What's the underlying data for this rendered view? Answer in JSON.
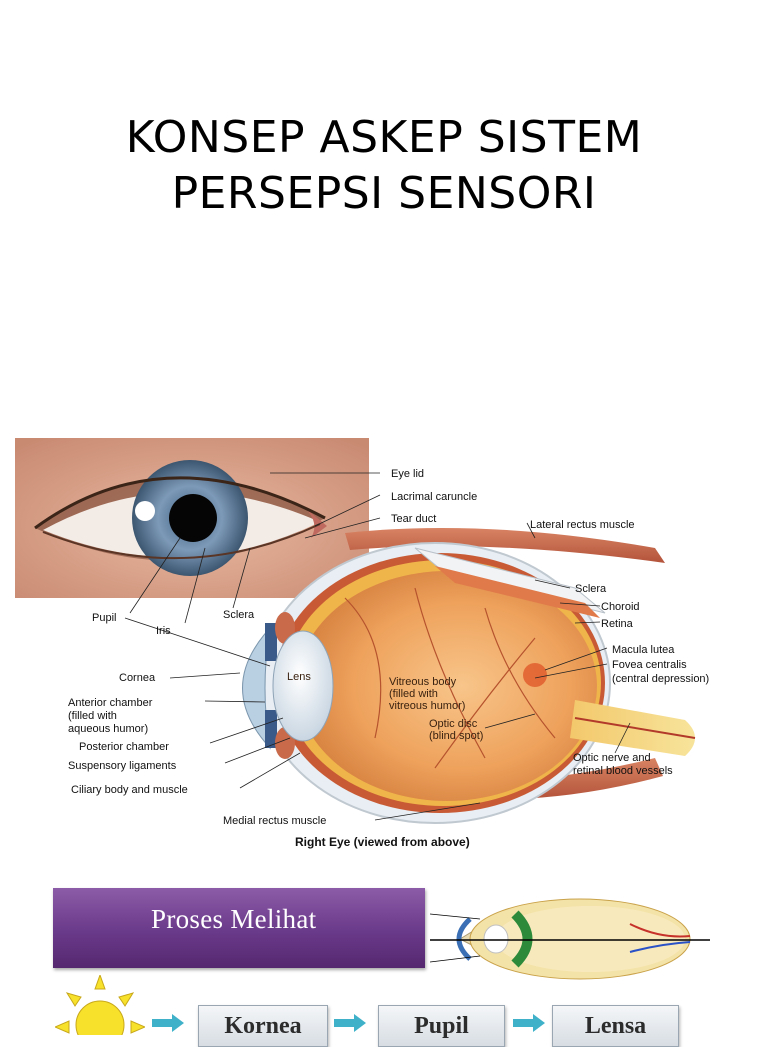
{
  "title": {
    "line1": "KONSEP ASKEP SISTEM",
    "line2": "PERSEPSI SENSORI"
  },
  "eye_diagram": {
    "labels": {
      "eye_lid": "Eye lid",
      "lacrimal_caruncle": "Lacrimal caruncle",
      "tear_duct": "Tear duct",
      "lateral_rectus": "Lateral rectus muscle",
      "sclera_outer": "Sclera",
      "sclera": "Sclera",
      "choroid": "Choroid",
      "retina": "Retina",
      "macula": "Macula lutea",
      "fovea_1": "Fovea centralis",
      "fovea_2": "(central depression)",
      "iris": "Iris",
      "pupil": "Pupil",
      "cornea": "Cornea",
      "lens": "Lens",
      "anterior_1": "Anterior chamber",
      "anterior_2": "(filled with",
      "anterior_3": "aqueous humor)",
      "posterior": "Posterior chamber",
      "suspensory": "Suspensory ligaments",
      "ciliary": "Ciliary body and muscle",
      "medial_rectus": "Medial rectus muscle",
      "vitreous_1": "Vitreous body",
      "vitreous_2": "(filled with",
      "vitreous_3": "vitreous humor)",
      "optic_disc_1": "Optic disc",
      "optic_disc_2": "(blind spot)",
      "optic_nerve_1": "Optic nerve and",
      "optic_nerve_2": "retinal blood vessels"
    },
    "caption": "Right Eye (viewed from above)"
  },
  "process": {
    "banner_title": "Proses Melihat",
    "steps": [
      "Kornea",
      "Pupil",
      "Lensa"
    ]
  },
  "colors": {
    "banner_purple": "#6a3a8a",
    "arrow_teal": "#3fb2c9",
    "sun_yellow": "#f7e12a"
  }
}
